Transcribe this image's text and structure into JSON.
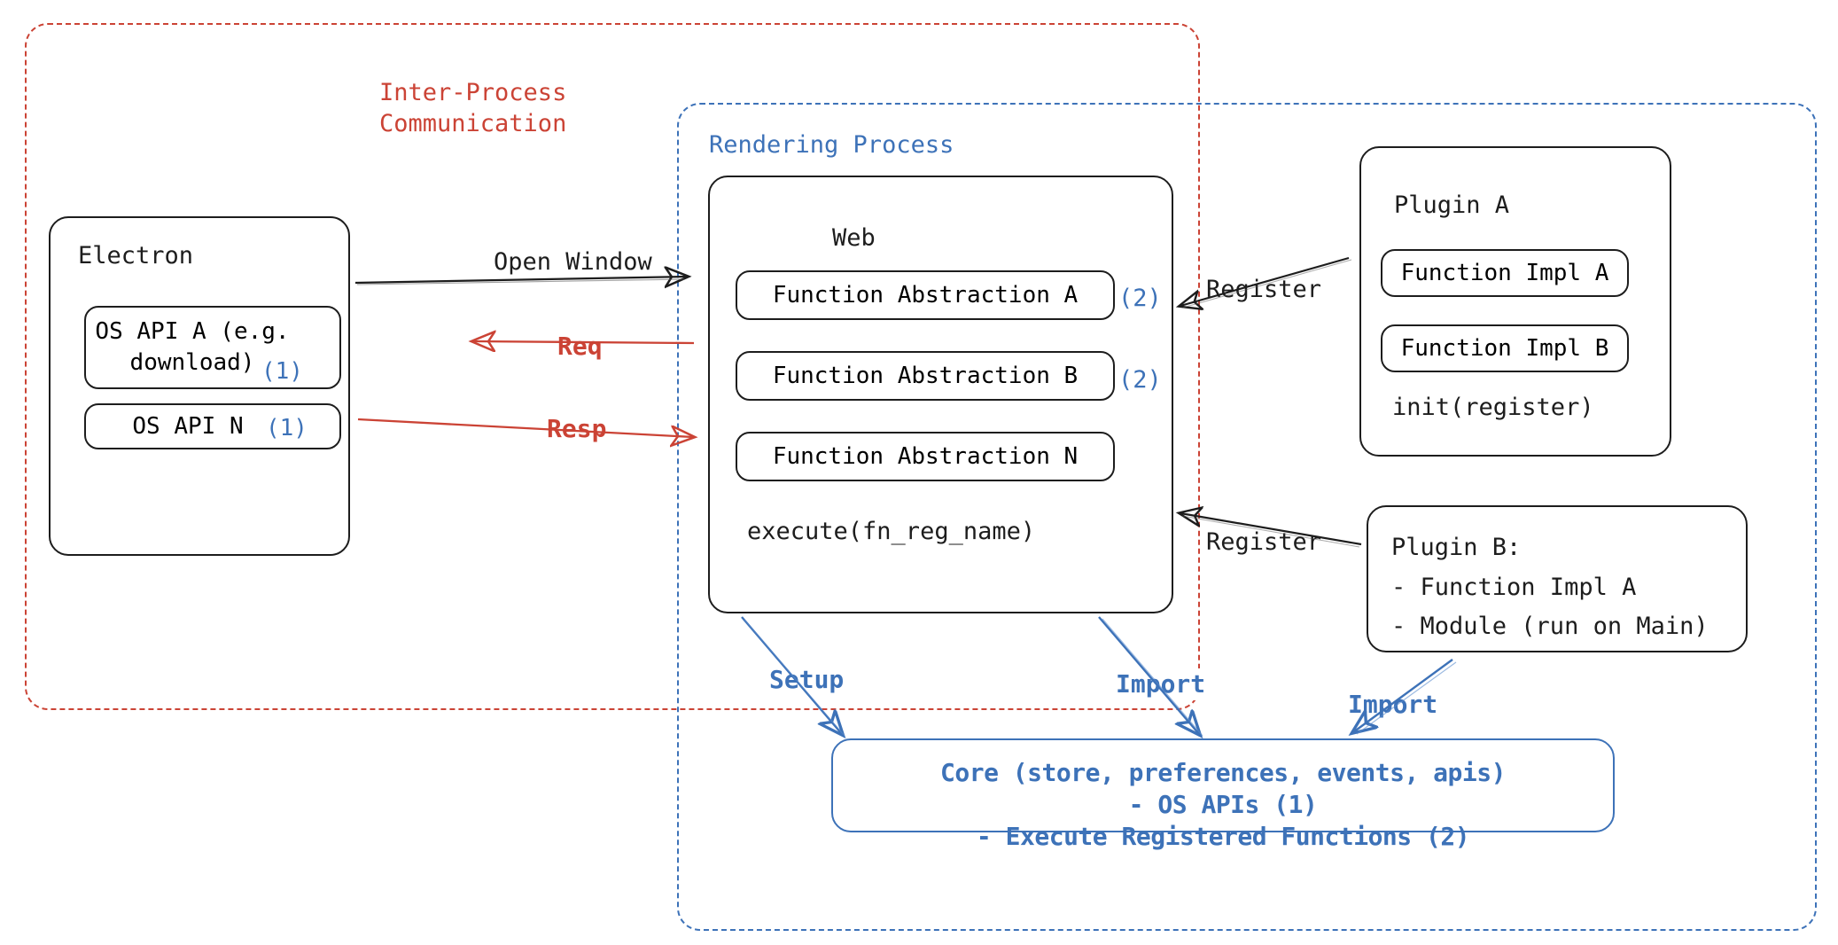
{
  "diagram": {
    "title": "Electron plugin architecture",
    "colors": {
      "ink": "#1d1d1d",
      "red": "#cb4335",
      "blue": "#3d72b8"
    },
    "containers": [
      {
        "id": "ipc",
        "label": "Inter-Process\nCommunication",
        "style": "dashed-red"
      },
      {
        "id": "render",
        "label": "Rendering Process",
        "style": "dashed-blue"
      }
    ],
    "electron": {
      "title": "Electron",
      "apis": [
        {
          "label": "OS API A (e.g.\ndownload)",
          "badge": "(1)"
        },
        {
          "label": "OS API N",
          "badge": "(1)"
        }
      ]
    },
    "web": {
      "title": "Web",
      "abstractions": [
        {
          "label": "Function Abstraction A",
          "badge": "(2)"
        },
        {
          "label": "Function Abstraction B",
          "badge": "(2)"
        },
        {
          "label": "Function Abstraction N",
          "badge": ""
        }
      ],
      "method": "execute(fn_reg_name)"
    },
    "plugin_a": {
      "title": "Plugin A",
      "impls": [
        "Function Impl A",
        "Function Impl B"
      ],
      "method": "init(register)"
    },
    "plugin_b": {
      "title": "Plugin B:",
      "lines": [
        "- Function Impl A",
        "- Module (run on Main)"
      ]
    },
    "core": {
      "line1": "Core (store, preferences, events, apis)",
      "line2": "- OS APIs (1)",
      "line3": "- Execute Registered Functions (2)"
    },
    "edges": [
      {
        "id": "open-window",
        "label": "Open Window",
        "color": "#1d1d1d"
      },
      {
        "id": "req",
        "label": "Req",
        "color": "#cb4335"
      },
      {
        "id": "resp",
        "label": "Resp",
        "color": "#cb4335"
      },
      {
        "id": "register-a",
        "label": "Register",
        "color": "#1d1d1d"
      },
      {
        "id": "register-b",
        "label": "Register",
        "color": "#1d1d1d"
      },
      {
        "id": "setup",
        "label": "Setup",
        "color": "#3d72b8"
      },
      {
        "id": "import-web",
        "label": "Import",
        "color": "#3d72b8"
      },
      {
        "id": "import-plugin-b",
        "label": "Import",
        "color": "#3d72b8"
      }
    ]
  }
}
